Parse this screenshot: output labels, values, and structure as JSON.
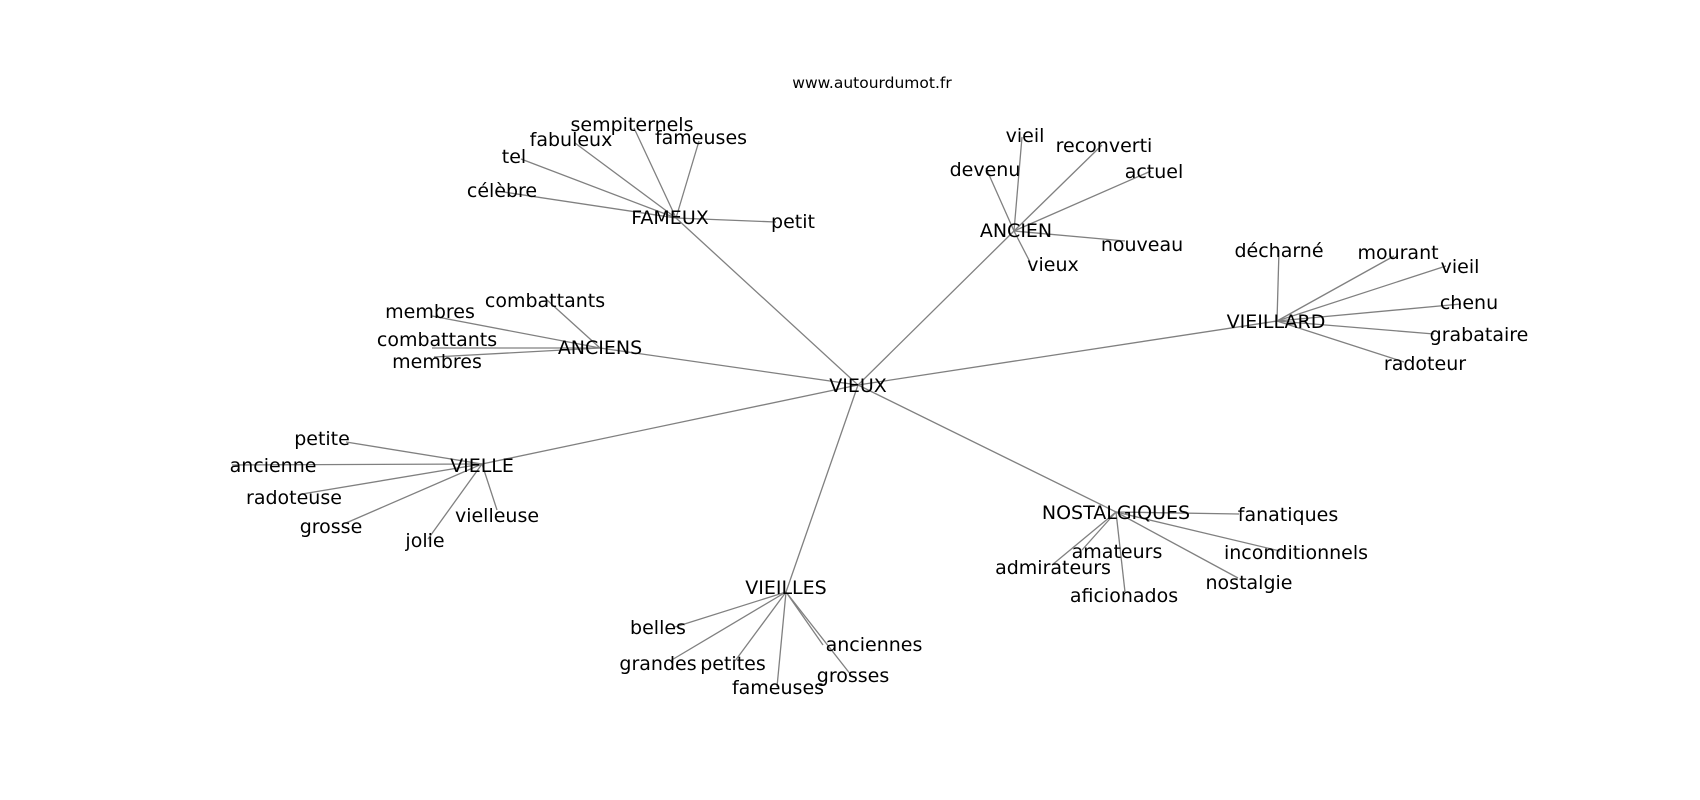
{
  "site_label": "www.autourdumot.fr",
  "center": "VIEUX",
  "groups": [
    {
      "label": "FAMEUX",
      "words": [
        "sempiternels",
        "fabuleux",
        "fameuses",
        "tel",
        "célèbre",
        "petit"
      ]
    },
    {
      "label": "ANCIEN",
      "words": [
        "vieil",
        "reconverti",
        "devenu",
        "actuel",
        "nouveau",
        "vieux"
      ]
    },
    {
      "label": "VIEILLARD",
      "words": [
        "décharné",
        "mourant",
        "vieil",
        "chenu",
        "grabataire",
        "radoteur"
      ]
    },
    {
      "label": "ANCIENS",
      "words": [
        "combattants",
        "membres",
        "combattants",
        "membres"
      ]
    },
    {
      "label": "VIELLE",
      "words": [
        "petite",
        "ancienne",
        "radoteuse",
        "grosse",
        "vielleuse",
        "jolie"
      ]
    },
    {
      "label": "NOSTALGIQUES",
      "words": [
        "fanatiques",
        "amateurs",
        "admirateurs",
        "inconditionnels",
        "nostalgie",
        "aficionados"
      ]
    },
    {
      "label": "VIEILLES",
      "words": [
        "belles",
        "anciennes",
        "grandes",
        "petites",
        "grosses",
        "fameuses"
      ]
    }
  ]
}
